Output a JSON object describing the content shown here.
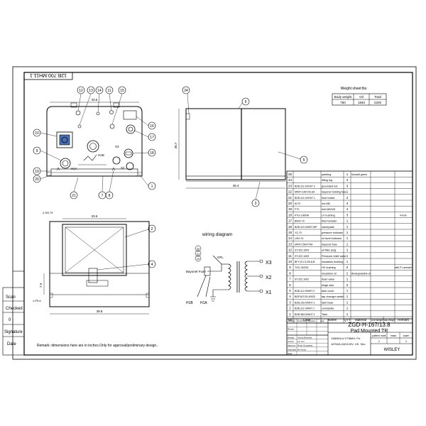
{
  "title_block": {
    "drawing_number": "12B.700.MH11.1",
    "model": "ZGD-H-167/13.8",
    "product": "Pad Mounted TR",
    "spec_line1": "13800Grd Y/7968V, Pri.",
    "spec_line2": "167kVA,240/120V, 1Φ, Sec.",
    "company": "WISLEY",
    "stage_headers": [
      "pattern mark",
      "mass",
      "scale"
    ],
    "scale_value": "1",
    "sheet_value": "1",
    "roles": [
      "Revise",
      "Design",
      "Check",
      "Approve",
      "Standard",
      "Date"
    ],
    "role_header_cols": [
      "Revision",
      "Numbering",
      "Signature",
      "Date"
    ],
    "names": [
      "Xiong Zhenhao",
      "Liu Jun",
      "Ruan Guoqiang",
      "He Kexin"
    ]
  },
  "side_labels": [
    "Scan",
    "Checked",
    "0",
    "Signature",
    "Date"
  ],
  "weight_sheet": {
    "title": "Weight sheet:lbs",
    "headers": [
      "Body weight",
      "Oil",
      "Total"
    ],
    "values": [
      "750",
      "1840",
      "2200"
    ]
  },
  "remark": "Remark: dimensions here are in inches.Only for approval/preliminary design..",
  "wiring": {
    "title": "wiring diagram",
    "labels": [
      "X3",
      "X2",
      "X1",
      "H1B",
      "H1A",
      "Bayonet Fuse",
      "OFL"
    ],
    "callouts": [
      "20",
      "21",
      "19"
    ]
  },
  "parts_table": {
    "headers": [
      "No",
      "Code",
      "Name",
      "QTY",
      "Material",
      "Unit Weight",
      "Total Weight",
      "Remark"
    ],
    "rows": [
      [
        "25",
        "",
        "painting",
        "1",
        "Munsell green",
        ""
      ],
      [
        "24",
        "",
        "lifting lug",
        "4",
        "",
        ""
      ],
      [
        "23",
        "BZB.111.0/JH07.2",
        "grounded nut",
        "3",
        "",
        ""
      ],
      [
        "22",
        "MINT-13KV/3LSA",
        "bayonet holding fuse",
        "1",
        "",
        ""
      ],
      [
        "21",
        "BZB.111.0/JH07.1",
        "fuse holder",
        "2",
        "",
        ""
      ],
      [
        "20",
        "8170",
        "nut M8",
        "4",
        "",
        ""
      ],
      [
        "19",
        "FT2",
        "bolt M8X25",
        "4",
        "",
        ""
      ],
      [
        "18",
        "KTG-1/800A",
        "LV bushing",
        "3",
        "",
        "4-hole"
      ],
      [
        "17",
        "BWG-70",
        "thermometer",
        "1",
        "",
        ""
      ],
      [
        "16",
        "BZB.110.0/MH7.MP",
        "nameplate",
        "1",
        "",
        ""
      ],
      [
        "15",
        "YZ-70",
        "pressure indicator",
        "1",
        "",
        ""
      ],
      [
        "14",
        "UHZ-01",
        "oil level indicator",
        "1",
        "",
        ""
      ],
      [
        "13",
        "MINT-15kV/75A",
        "bayonet fuse",
        "1",
        "",
        ""
      ],
      [
        "12",
        "ST.322.1009",
        "oil filler plug",
        "1",
        "",
        ""
      ],
      [
        "11",
        "ST.322.1009",
        "Pressure relief valve",
        "1",
        "",
        ""
      ],
      [
        "10",
        "BFYJ2-C1/25-8-B",
        "insulation bushing",
        "1",
        "",
        ""
      ],
      [
        "9",
        "TGZ-15/200",
        "HV bushing",
        "2",
        "",
        "with F1 arrester"
      ],
      [
        "8",
        "",
        "insulation oil",
        "1",
        "Biodegradable oil",
        ""
      ],
      [
        "7",
        "ST.322.1002",
        "drain valve",
        "1",
        "",
        ""
      ],
      [
        "6",
        "",
        "hinge axis",
        "2",
        "",
        ""
      ],
      [
        "5",
        "BZB.112.0/MH7.2",
        "tank cover",
        "1",
        "",
        ""
      ],
      [
        "4",
        "BDP167/15-6/525",
        "tap changer switch",
        "1",
        "",
        ""
      ],
      [
        "3",
        "BZB.153.0/MH7.1",
        "tank base",
        "1",
        "",
        ""
      ],
      [
        "2",
        "BZB.111.0/MH7.1",
        "coverplate",
        "1",
        "",
        ""
      ],
      [
        "1",
        "BZB.384.0/MH7.1",
        "Tank",
        "1",
        "",
        ""
      ]
    ]
  },
  "dimensions": {
    "top_view_width": "40.5",
    "side_height": "30.7",
    "side_depth": "45.4",
    "lower_width": "33.6",
    "lower_height": "7.9",
    "lower_total": "39.8",
    "lower_overall": "1.P9.6",
    "hole_note": "2-Φ0.79"
  },
  "front_labels": [
    "H1B",
    "H1A",
    "X3",
    "X2",
    "X1",
    "X0"
  ],
  "callouts_front": [
    "12",
    "13",
    "14",
    "11",
    "15",
    "10",
    "16",
    "17",
    "9",
    "18",
    "19",
    "20",
    "21",
    "7",
    "8",
    "1"
  ],
  "callouts_side": [
    "24",
    "6",
    "5",
    "3"
  ],
  "callouts_lower": [
    "2",
    "4"
  ]
}
